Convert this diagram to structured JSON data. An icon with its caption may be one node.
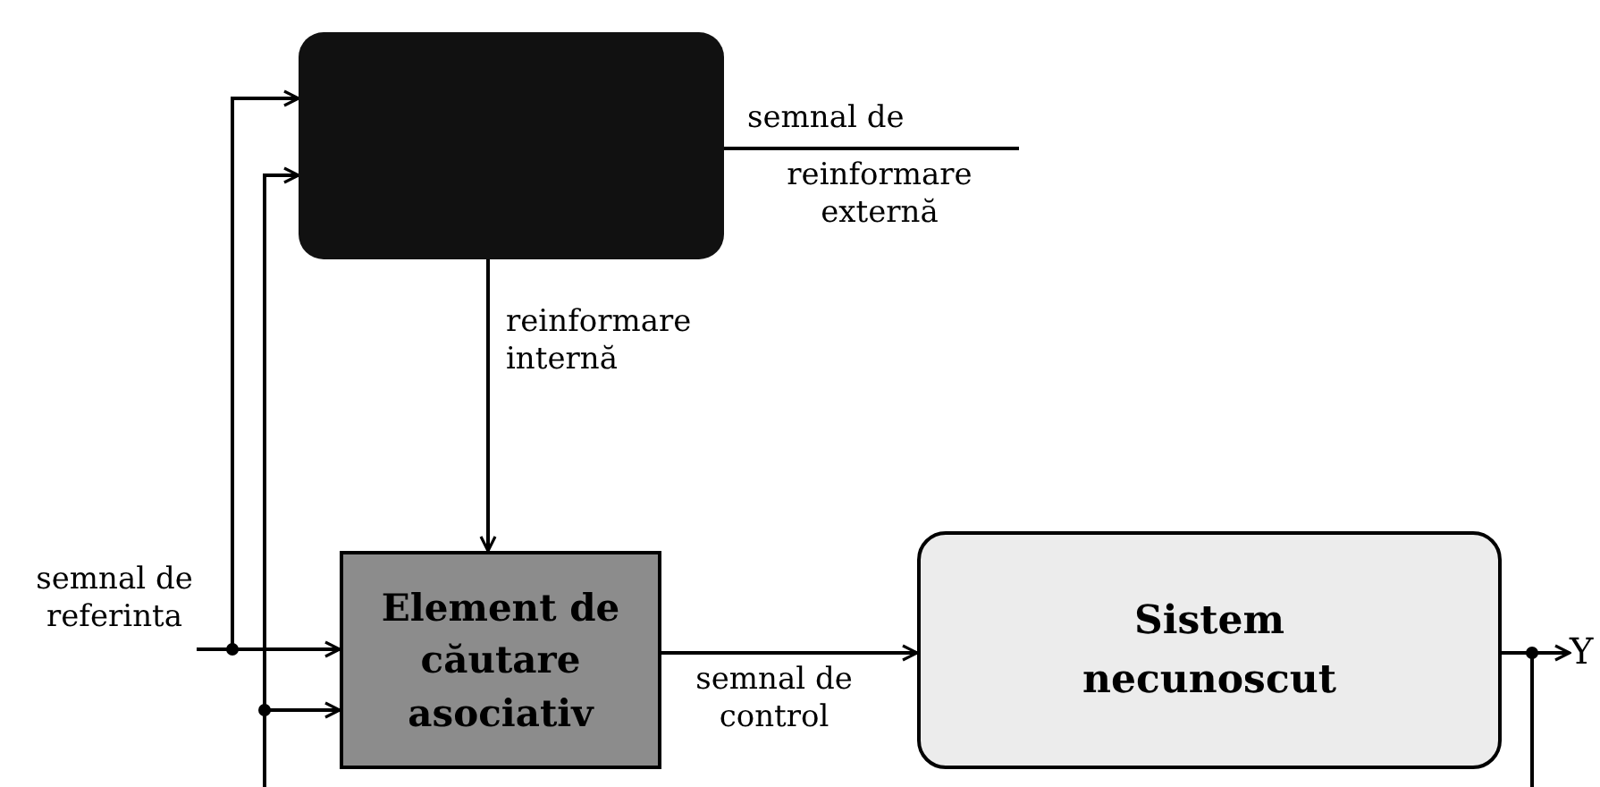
{
  "diagram": {
    "nodes": [
      {
        "text": [],
        "shape": "box"
      },
      {
        "text": [
          "Element de căutare asociativ"
        ]
      },
      {
        "text": [
          "Sistem necunoscut"
        ]
      },
      {
        "text": [
          "semnal de referinta"
        ]
      },
      {
        "text": [
          "Y"
        ]
      }
    ],
    "edges": [
      {
        "from": 3,
        "to": 1,
        "arrow": "to"
      },
      {
        "from": 3,
        "to": 0,
        "arrow": "to"
      },
      {
        "from": 0,
        "to": 1,
        "arrow": "to",
        "label": "reinformare internă"
      },
      {
        "from": 0,
        "to": null,
        "arrow": "none"
      },
      {
        "from": 1,
        "to": 2,
        "arrow": "to",
        "label": "semnal de control"
      },
      {
        "from": 2,
        "to": 4,
        "arrow": "to"
      },
      {
        "from": 2,
        "to": null,
        "arrow": "none"
      },
      {
        "from": null,
        "to": 0,
        "arrow": "to"
      },
      {
        "from": null,
        "to": 1,
        "arrow": "to"
      }
    ],
    "labels": [
      "semnal de",
      "reinformare externă"
    ]
  }
}
